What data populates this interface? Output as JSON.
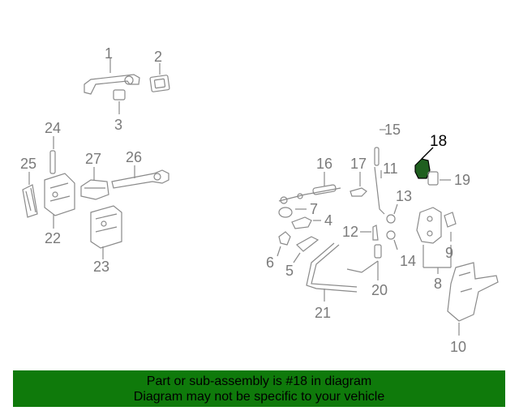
{
  "labels": {
    "p1": "1",
    "p2": "2",
    "p3": "3",
    "p4": "4",
    "p5": "5",
    "p6": "6",
    "p7": "7",
    "p8": "8",
    "p9": "9",
    "p10": "10",
    "p11": "11",
    "p12": "12",
    "p13": "13",
    "p14": "14",
    "p15": "15",
    "p16": "16",
    "p17": "17",
    "p18": "18",
    "p19": "19",
    "p20": "20",
    "p21": "21",
    "p22": "22",
    "p23": "23",
    "p24": "24",
    "p25": "25",
    "p26": "26",
    "p27": "27"
  },
  "highlight": {
    "part": "18",
    "color": "#1f5f1f"
  },
  "banner": {
    "line1": "Part or sub-assembly is #18 in diagram",
    "line2": "Diagram may not be specific to your vehicle",
    "color": "#0f7a0b"
  }
}
